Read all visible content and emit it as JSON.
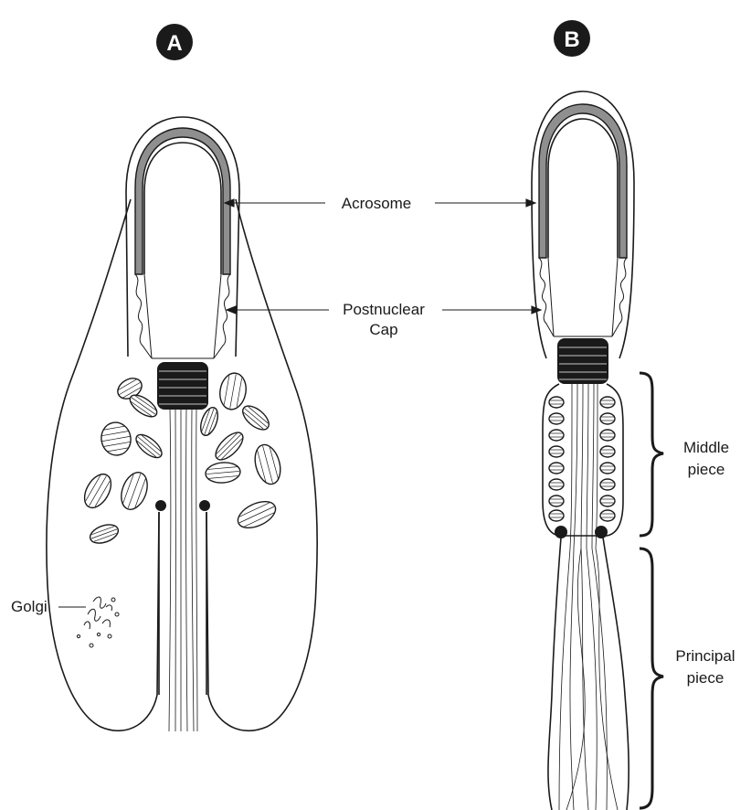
{
  "panels": [
    {
      "badge": "A"
    },
    {
      "badge": "B"
    }
  ],
  "labels": {
    "acrosome": "Acrosome",
    "postnuclear": [
      "Postnuclear",
      "Cap"
    ],
    "golgi": "Golgi",
    "middle_piece": [
      "Middle",
      "piece"
    ],
    "principal_piece": [
      "Principal",
      "piece"
    ]
  },
  "colors": {
    "ink": "#1a1a1a",
    "acrosome_fill": "#8f8f8f",
    "badge": "#1a1a1a",
    "background": "#ffffff"
  }
}
